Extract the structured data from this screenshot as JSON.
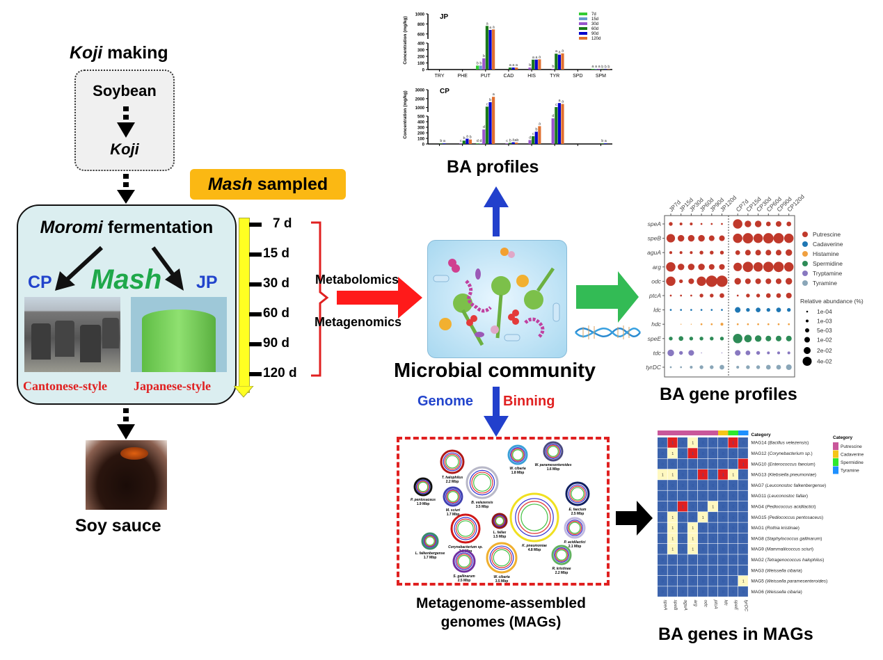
{
  "left": {
    "koji_title_italic": "Koji",
    "koji_title_rest": " making",
    "soybean": "Soybean",
    "koji": "Koji",
    "mash_sampled_italic": "Mash",
    "mash_sampled_rest": " sampled",
    "moromi_italic": "Moromi",
    "moromi_rest": " fermentation",
    "cp": "CP",
    "jp": "JP",
    "mash": "Mash",
    "cantonese": "Cantonese-style",
    "japanese": "Japanese-style",
    "soy_sauce": "Soy sauce",
    "timepoints": [
      "7 d",
      "15 d",
      "30 d",
      "60 d",
      "90 d",
      "120 d"
    ],
    "metabolomics": "Metabolomics",
    "metagenomics": "Metagenomics"
  },
  "center": {
    "microbial_community": "Microbial community",
    "genome": "Genome",
    "binning": "Binning",
    "mags_title_line1": "Metagenome-assembled",
    "mags_title_line2": "genomes (MAGs)",
    "mags": [
      {
        "name": "T. halophilus",
        "size": "2.2 Mbp"
      },
      {
        "name": "B. velezensis",
        "size": "3.5 Mbp"
      },
      {
        "name": "W. cibaria",
        "size": "1.8 Mbp"
      },
      {
        "name": "W. paramesenteroides",
        "size": "1.6 Mbp"
      },
      {
        "name": "P. pentosaceus",
        "size": "1.9 Mbp"
      },
      {
        "name": "M. sciuri",
        "size": "1.7 Mbp"
      },
      {
        "name": "E. faecium",
        "size": "2.5 Mbp"
      },
      {
        "name": "K. pneumoniae",
        "size": "4.8 Mbp"
      },
      {
        "name": "L. fallax",
        "size": "1.5 Mbp"
      },
      {
        "name": "Corynebacterium sp.",
        "size": "3.0 Mbp"
      },
      {
        "name": "P. acidilactici",
        "size": "2.1 Mbp"
      },
      {
        "name": "L. falkenbergense",
        "size": "1.7 Mbp"
      },
      {
        "name": "S. gallinarum",
        "size": "2.5 Mbp"
      },
      {
        "name": "W. cibaria",
        "size": "3.5 Mbp"
      },
      {
        "name": "R. kristinae",
        "size": "2.2 Mbp"
      }
    ]
  },
  "titles": {
    "ba_profiles": "BA profiles",
    "ba_gene_profiles": "BA gene profiles",
    "ba_genes_in_mags": "BA genes in MAGs"
  },
  "colors": {
    "d7": "#33cc33",
    "d15": "#6699cc",
    "d30": "#9955cc",
    "d60": "#1a7a1a",
    "d90": "#0000cc",
    "d120": "#e07030",
    "putrescine": "#c0392b",
    "cadaverine": "#1f77b4",
    "histamine": "#f0a040",
    "spermidine": "#2e8b57",
    "tryptamine": "#8878c0",
    "tyramine": "#8aa6b8",
    "heat_zero": "#3b63ad",
    "heat_one": "#fff8c0",
    "heat_red": "#e02020",
    "cat_putrescine": "#c9579a",
    "cat_cadaverine": "#f5c518",
    "cat_spermidine": "#2ee82e",
    "cat_tyramine": "#1e90ff"
  },
  "chart_data": [
    {
      "type": "bar",
      "title": "JP",
      "ylabel": "Concentration (mg/kg)",
      "ylim": [
        0,
        1000
      ],
      "axis_break": [
        400,
        500
      ],
      "yticks_lower": [
        0,
        100,
        200,
        300,
        400
      ],
      "yticks_upper": [
        600,
        800,
        1000
      ],
      "categories": [
        "TRY",
        "PHE",
        "PUT",
        "CAD",
        "HIS",
        "TYR",
        "SPD",
        "SPM"
      ],
      "series": [
        {
          "name": "7d",
          "values": [
            0,
            0,
            60,
            0,
            0,
            0,
            0,
            10
          ]
        },
        {
          "name": "15d",
          "values": [
            0,
            0,
            60,
            0,
            0,
            0,
            0,
            10
          ]
        },
        {
          "name": "30d",
          "values": [
            0,
            0,
            170,
            0,
            30,
            10,
            0,
            10
          ]
        },
        {
          "name": "60d",
          "values": [
            0,
            0,
            760,
            30,
            150,
            240,
            0,
            5
          ]
        },
        {
          "name": "90d",
          "values": [
            0,
            0,
            680,
            30,
            150,
            225,
            0,
            5
          ]
        },
        {
          "name": "120d",
          "values": [
            0,
            0,
            690,
            30,
            155,
            245,
            0,
            5
          ]
        }
      ],
      "labels": {
        "PUT": [
          "b",
          "b",
          "b",
          "a",
          "a",
          "a"
        ],
        "CAD": [
          "",
          "",
          "",
          "a",
          "a",
          "a"
        ],
        "HIS": [
          "",
          "",
          "b",
          "a",
          "a",
          "a"
        ],
        "TYR": [
          "",
          "",
          "b",
          "a",
          "a",
          "a"
        ],
        "SPM": [
          "a",
          "a",
          "a",
          "b",
          "b",
          "b"
        ]
      },
      "legend": [
        "7d",
        "15d",
        "30d",
        "60d",
        "90d",
        "120d"
      ],
      "legend_position": "top-right"
    },
    {
      "type": "bar",
      "title": "CP",
      "ylabel": "Concentration (mg/kg)",
      "ylim": [
        0,
        3000
      ],
      "axis_break": [
        500,
        700
      ],
      "yticks_lower": [
        0,
        100,
        200,
        300,
        400,
        500
      ],
      "yticks_upper": [
        1000,
        2000,
        3000
      ],
      "categories": [
        "TRY",
        "PHE",
        "PUT",
        "CAD",
        "HIS",
        "TYR",
        "SPD",
        "SPM"
      ],
      "series": [
        {
          "name": "7d",
          "values": [
            0,
            0,
            10,
            0,
            0,
            0,
            0,
            0
          ]
        },
        {
          "name": "15d",
          "values": [
            0,
            0,
            10,
            0,
            0,
            0,
            0,
            0
          ]
        },
        {
          "name": "30d",
          "values": [
            0,
            10,
            260,
            10,
            70,
            460,
            0,
            0
          ]
        },
        {
          "name": "60d",
          "values": [
            10,
            60,
            1100,
            20,
            140,
            1050,
            0,
            10
          ]
        },
        {
          "name": "90d",
          "values": [
            10,
            95,
            1600,
            30,
            220,
            1500,
            0,
            10
          ]
        },
        {
          "name": "120d",
          "values": [
            0,
            80,
            2200,
            25,
            320,
            1400,
            0,
            0
          ]
        }
      ],
      "labels": {
        "TRY": [
          "",
          "",
          "",
          "b",
          "a",
          ""
        ],
        "PHE": [
          "",
          "",
          "c",
          "b",
          "a",
          "b"
        ],
        "PUT": [
          "d",
          "d",
          "d",
          "c",
          "b",
          "a"
        ],
        "CAD": [
          "",
          "",
          "c",
          "b",
          "a",
          "ab"
        ],
        "HIS": [
          "",
          "",
          "d",
          "c",
          "b",
          "a"
        ],
        "TYR": [
          "",
          "",
          "d",
          "c",
          "a",
          "a"
        ],
        "SPM": [
          "",
          "",
          "",
          "b",
          "a",
          ""
        ]
      }
    },
    {
      "type": "scatter",
      "title": "BA gene profiles",
      "x": [
        "JP7d",
        "JP15d",
        "JP30d",
        "JP60d",
        "JP90d",
        "JP120d",
        "CP7d",
        "CP15d",
        "CP30d",
        "CP60d",
        "CP90d",
        "CP120d"
      ],
      "genes": [
        "speA",
        "speB",
        "aguA",
        "arg",
        "odc",
        "ptcA",
        "ldc",
        "hdc",
        "speE",
        "tdc",
        "tyrDC"
      ],
      "gene_category": [
        "Putrescine",
        "Putrescine",
        "Putrescine",
        "Putrescine",
        "Putrescine",
        "Putrescine",
        "Cadaverine",
        "Histamine",
        "Spermidine",
        "Tryptamine",
        "Tyramine"
      ],
      "abundance_level": [
        [
          2,
          1.5,
          1.5,
          1,
          1,
          1,
          5,
          3.5,
          3.5,
          2.5,
          3,
          2.5
        ],
        [
          4.5,
          3.5,
          3.5,
          3.5,
          3,
          3,
          5,
          5.5,
          5,
          5.5,
          5.5,
          5
        ],
        [
          1.5,
          1.5,
          1.5,
          2,
          2,
          2,
          2.5,
          3,
          3,
          3,
          3,
          3.5
        ],
        [
          5,
          3.5,
          3.5,
          3.5,
          3,
          3,
          4.5,
          5.5,
          5,
          5.5,
          5.5,
          5
        ],
        [
          5,
          2,
          3,
          5,
          6,
          6,
          3.5,
          3,
          3,
          3,
          3,
          3.5
        ],
        [
          1,
          1,
          1,
          2,
          2,
          2.5,
          1,
          2,
          2,
          2.5,
          2.5,
          3
        ],
        [
          1,
          1,
          1,
          1,
          1,
          1,
          3,
          2,
          2.5,
          2,
          2.5,
          2
        ],
        [
          0,
          0.5,
          0.5,
          1,
          1,
          1.5,
          1,
          1,
          1,
          1,
          1,
          1
        ],
        [
          2,
          2.5,
          2,
          2,
          2,
          2,
          5,
          4,
          3.5,
          3,
          3,
          3
        ],
        [
          3.5,
          2,
          3,
          0.5,
          0,
          0.5,
          3,
          2.5,
          2,
          1.5,
          1.5,
          1.5
        ],
        [
          1,
          1,
          1.5,
          2,
          2,
          2.5,
          1.5,
          2,
          2,
          2.5,
          2.5,
          3
        ]
      ],
      "legend_categories": [
        "Putrescine",
        "Cadaverine",
        "Histamine",
        "Spermidine",
        "Tryptamine",
        "Tyramine"
      ],
      "size_legend_title": "Relative abundance (%)",
      "size_legend": [
        "1e-04",
        "1e-03",
        "5e-03",
        "1e-02",
        "2e-02",
        "4e-02"
      ]
    },
    {
      "type": "heatmap",
      "title": "BA genes in MAGs",
      "columns": [
        "speA",
        "speB",
        "aguA",
        "arg",
        "odc",
        "ptcA",
        "ldc",
        "speE",
        "tyrDC"
      ],
      "column_category": [
        "Putrescine",
        "Putrescine",
        "Putrescine",
        "Putrescine",
        "Putrescine",
        "Putrescine",
        "Cadaverine",
        "Spermidine",
        "Tyramine"
      ],
      "rows": [
        "MAG14 (Bacillus velezensis)",
        "MAG12 (Corynebacterium sp.)",
        "MAG10 (Enterococcus faecium)",
        "MAG13 (Klebsiella pneumoniae)",
        "MAG7 (Leuconostoc falkenbergense)",
        "MAG11 (Leuconostoc fallax)",
        "MAG4 (Pediococcus acidilactici)",
        "MAG15 (Pediococcus pentosaceus)",
        "MAG1 (Rothia kristinae)",
        "MAG8 (Staphylococcus gallinarum)",
        "MAG9 (Mammaliicoccus sciuri)",
        "MAG2 (Tetragenococcus halophilus)",
        "MAG3 (Weissella cibaria)",
        "MAG5 (Weissella paramesenteroides)",
        "MAG6 (Weissella cibaria)"
      ],
      "values": [
        [
          0,
          2,
          0,
          1,
          0,
          0,
          0,
          2,
          0
        ],
        [
          0,
          1,
          0,
          2,
          0,
          0,
          0,
          0,
          0
        ],
        [
          0,
          0,
          0,
          0,
          0,
          0,
          0,
          0,
          2
        ],
        [
          1,
          1,
          0,
          0,
          2,
          0,
          2,
          1,
          0
        ],
        [
          0,
          0,
          0,
          0,
          0,
          0,
          0,
          0,
          0
        ],
        [
          0,
          0,
          0,
          0,
          0,
          0,
          0,
          0,
          0
        ],
        [
          0,
          0,
          2,
          0,
          0,
          1,
          0,
          0,
          0
        ],
        [
          0,
          1,
          0,
          0,
          1,
          0,
          0,
          0,
          0
        ],
        [
          0,
          1,
          0,
          1,
          0,
          0,
          0,
          0,
          0
        ],
        [
          0,
          1,
          0,
          1,
          0,
          0,
          0,
          0,
          0
        ],
        [
          0,
          1,
          0,
          1,
          0,
          0,
          0,
          0,
          0
        ],
        [
          0,
          0,
          0,
          0,
          0,
          0,
          0,
          0,
          0
        ],
        [
          0,
          0,
          0,
          0,
          0,
          0,
          0,
          0,
          0
        ],
        [
          0,
          0,
          0,
          0,
          0,
          0,
          0,
          0,
          1
        ],
        [
          0,
          0,
          0,
          0,
          0,
          0,
          0,
          0,
          0
        ]
      ],
      "category_header": "Category",
      "legend_title": "Category",
      "legend": [
        "Putrescine",
        "Cadaverine",
        "Spermidine",
        "Tyramine"
      ]
    }
  ]
}
